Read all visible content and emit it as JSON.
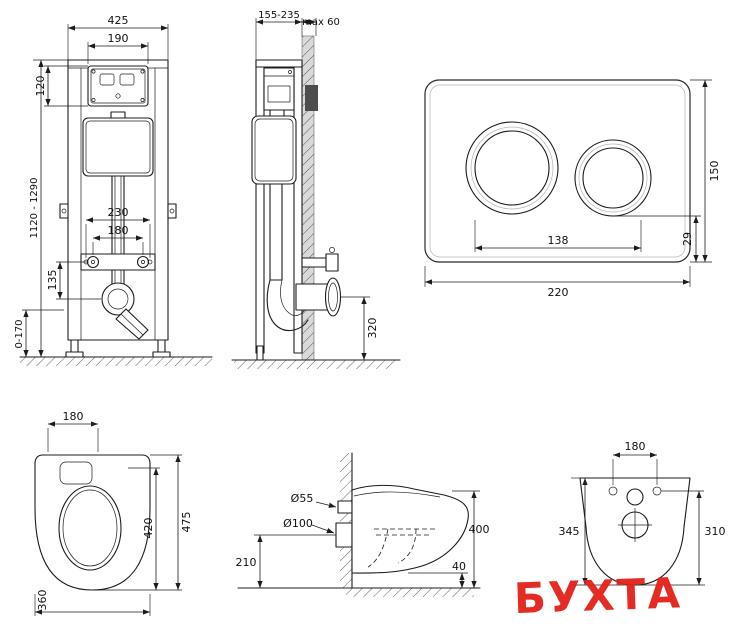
{
  "sheet": {
    "background": "#ffffff",
    "line_color": "#1c1c1c"
  },
  "frame_front": {
    "dims": {
      "width_total": "425",
      "box_width": "190",
      "box_height": "120",
      "height_range": "1120 - 1290",
      "fixing_span_outer": "230",
      "fixing_span_inner": "180",
      "drain_offset": "135",
      "feet_adjust": "0-170"
    }
  },
  "frame_side": {
    "dims": {
      "depth_range": "155-235",
      "wall_max": "max 60",
      "outlet_height": "320"
    }
  },
  "flush_plate": {
    "dims": {
      "width": "220",
      "height": "150",
      "buttons_span": "138",
      "edge_offset": "29"
    }
  },
  "toilet_plan": {
    "dims": {
      "inlet_width": "180",
      "length_total": "475",
      "bowl_length": "420",
      "width": "360"
    }
  },
  "toilet_side": {
    "dims": {
      "inlet_diameter": "Ø55",
      "drain_diameter": "Ø100",
      "drain_height": "210",
      "height": "400",
      "rim_gap": "40"
    }
  },
  "toilet_back": {
    "dims": {
      "hole_span": "180",
      "height_left": "345",
      "height_right": "310"
    }
  },
  "watermark": {
    "text": "БУХТА",
    "color": "#e32119"
  }
}
